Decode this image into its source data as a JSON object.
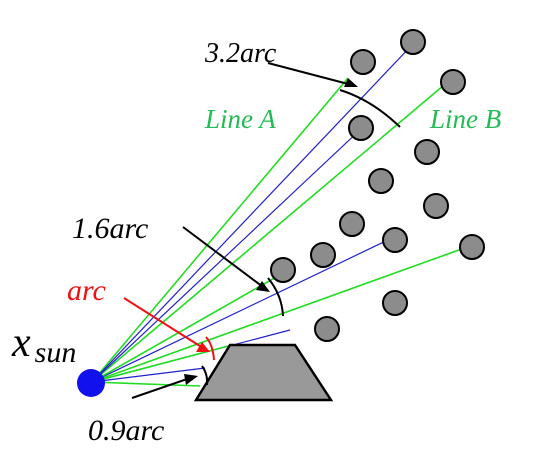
{
  "labels": {
    "line_a": "Line A",
    "line_b": "Line B",
    "arc_3_2": "3.2arc",
    "arc_1_6": "1.6arc",
    "arc": "arc",
    "arc_0_9": "0.9arc",
    "x_sun_base": "x",
    "x_sun_sub": "sun"
  },
  "colors": {
    "green_line": "#22dd22",
    "blue_line": "#1f1fcc",
    "sun": "#1111ee",
    "circle_fill": "#8c8c8c",
    "trapezoid_fill": "#999999",
    "red": "#ee1111",
    "black": "#000000",
    "label_green": "#22bb55"
  },
  "icons": {
    "sun": "blue-dot-icon",
    "obstacles": "gray-circle-icons",
    "building": "gray-trapezoid-icon"
  }
}
